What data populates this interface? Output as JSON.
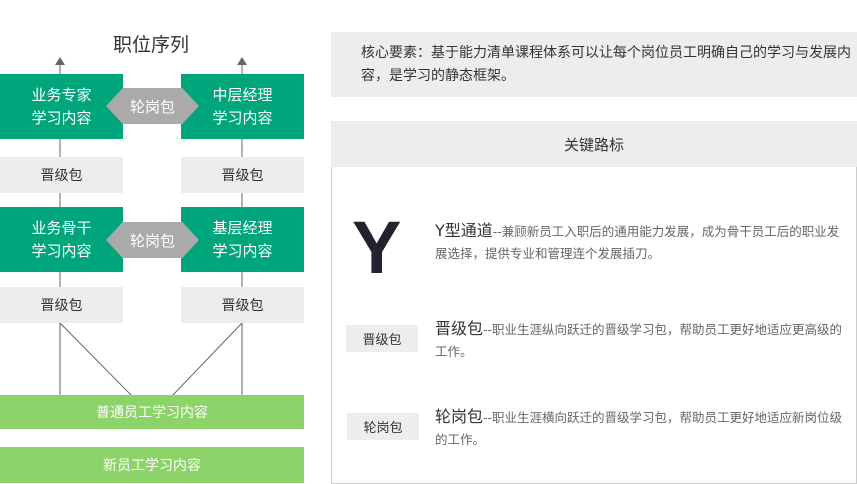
{
  "left": {
    "title": "职位序列",
    "expert": [
      "业务专家",
      "学习内容"
    ],
    "middle_mgr": [
      "中层经理",
      "学习内容"
    ],
    "backbone": [
      "业务骨干",
      "学习内容"
    ],
    "base_mgr": [
      "基层经理",
      "学习内容"
    ],
    "promotion_pkg": "晋级包",
    "rotation_pkg": "轮岗包",
    "common": "普通员工学习内容",
    "newcomer": "新员工学习内容"
  },
  "right": {
    "core": "核心要素：基于能力清单课程体系可以让每个岗位员工明确自己的学习与发展内容，是学习的静态框架。",
    "key_title": "关键路标",
    "y_symbol": "Y",
    "items": [
      {
        "head": "Y型通道",
        "text": "--兼顾新员工入职后的通用能力发展，成为骨干员工后的职业发展选择，提供专业和管理连个发展插刀。"
      },
      {
        "tag": "晋级包",
        "head": "晋级包",
        "text": "--职业生涯纵向跃迁的晋级学习包，帮助员工更好地适应更高级的工作。"
      },
      {
        "tag": "轮岗包",
        "head": "轮岗包",
        "text": "--职业生涯横向跃迁的晋级学习包，帮助员工更好地适应新岗位级的工作。"
      }
    ]
  },
  "colors": {
    "green": "#00a57c",
    "light_green": "#8cd369",
    "gray": "#ededed",
    "swap": "#aaaaaa"
  }
}
